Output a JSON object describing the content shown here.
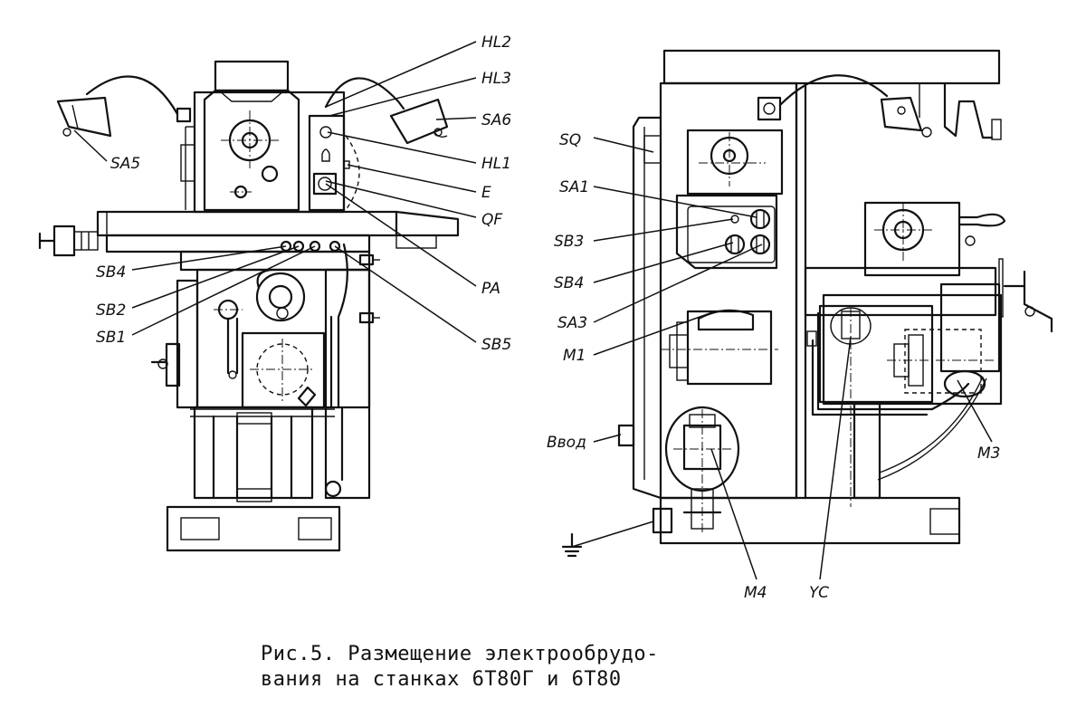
{
  "caption": {
    "line1": "Рис.5. Размещение электрообрудо-",
    "line2": "вания на станках 6Т80Г и 6Т80"
  },
  "front_view": {
    "labels": {
      "hl2": "HL2",
      "hl3": "HL3",
      "sa6": "SA6",
      "sa5": "SA5",
      "hl1": "HL1",
      "e": "E",
      "qf": "QF",
      "pa": "PA",
      "sb4": "SB4",
      "sb2": "SB2",
      "sb1": "SB1",
      "sb5": "SB5"
    }
  },
  "side_view": {
    "labels": {
      "sq": "SQ",
      "sa1": "SA1",
      "sb3": "SB3",
      "sb4": "SB4",
      "sa3": "SA3",
      "m1": "M1",
      "vvod": "Ввод",
      "m3": "M3",
      "m4": "M4",
      "yc": "YC"
    }
  }
}
